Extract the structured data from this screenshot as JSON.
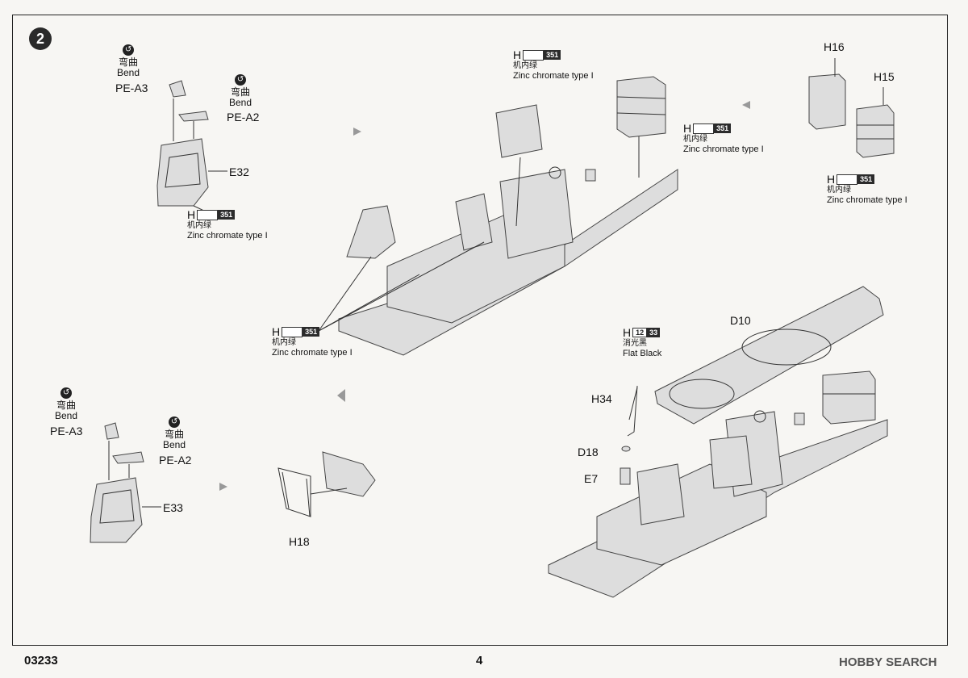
{
  "step_number": "2",
  "product_code": "03233",
  "page_number": "4",
  "watermark": "HOBBY SEARCH",
  "bend": {
    "cn": "弯曲",
    "en": "Bend"
  },
  "paint_351": {
    "letter": "H",
    "num": "351",
    "cn": "机内绿",
    "en": "Zinc chromate type I"
  },
  "paint_black": {
    "letter": "H",
    "num1": "12",
    "num2": "33",
    "cn": "消光黑",
    "en": "Flat Black"
  },
  "parts": {
    "pe_a3": "PE-A3",
    "pe_a2": "PE-A2",
    "e32": "E32",
    "e33": "E33",
    "h16": "H16",
    "h15": "H15",
    "h18": "H18",
    "d10": "D10",
    "h34": "H34",
    "d18": "D18",
    "e7": "E7"
  }
}
